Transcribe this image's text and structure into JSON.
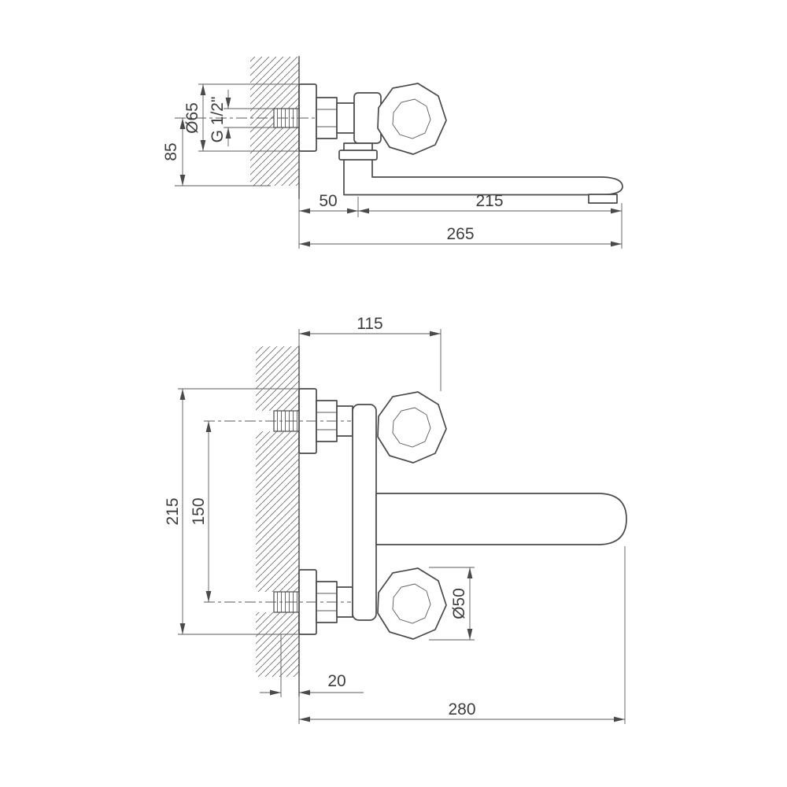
{
  "meta": {
    "title": "Wall-mounted mixer faucet — dimensional technical drawing",
    "line_color": "#4a4a4a",
    "background": "#ffffff"
  },
  "side": {
    "name": "side-view-upper-figure",
    "dims": {
      "axis_offset": "85",
      "flange_diameter": "Ø65",
      "thread_size": "G 1/2\"",
      "wall_to_spout_axis": "50",
      "spout_reach": "215",
      "total_reach": "265"
    }
  },
  "front": {
    "name": "front-view-lower-figure",
    "dims": {
      "depth": "115",
      "overall_height": "215",
      "inlet_spacing": "150",
      "handle_diameter": "Ø50",
      "wall_clearance": "20",
      "total_length": "280"
    }
  }
}
